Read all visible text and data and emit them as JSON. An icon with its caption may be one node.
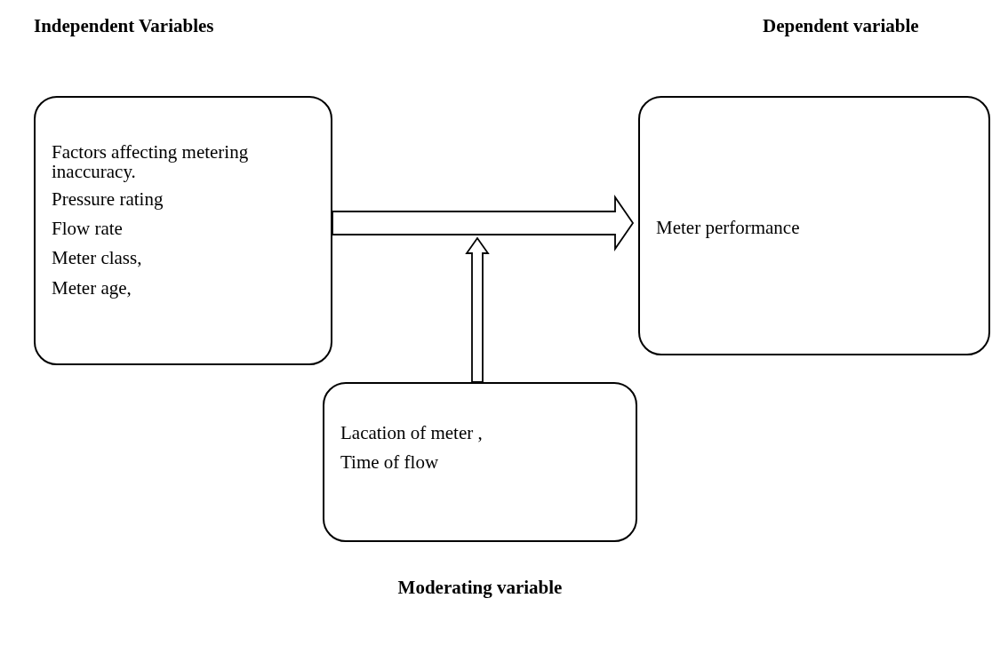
{
  "diagram": {
    "nodes": [
      {
        "text": [
          "Factors affecting metering inaccuracy.",
          "Pressure rating",
          "Flow rate",
          "Meter class,",
          "Meter age,"
        ]
      },
      {
        "text": [
          "Meter performance"
        ]
      },
      {
        "text": [
          "Lacation of meter ,",
          "Time of flow"
        ]
      }
    ],
    "edges": [
      {
        "from": 0,
        "to": 1,
        "arrow": "to"
      },
      {
        "from": 2,
        "to": null,
        "arrow": "to"
      }
    ],
    "labels": [
      "Independent Variables",
      "Dependent variable",
      "Moderating variable"
    ]
  }
}
